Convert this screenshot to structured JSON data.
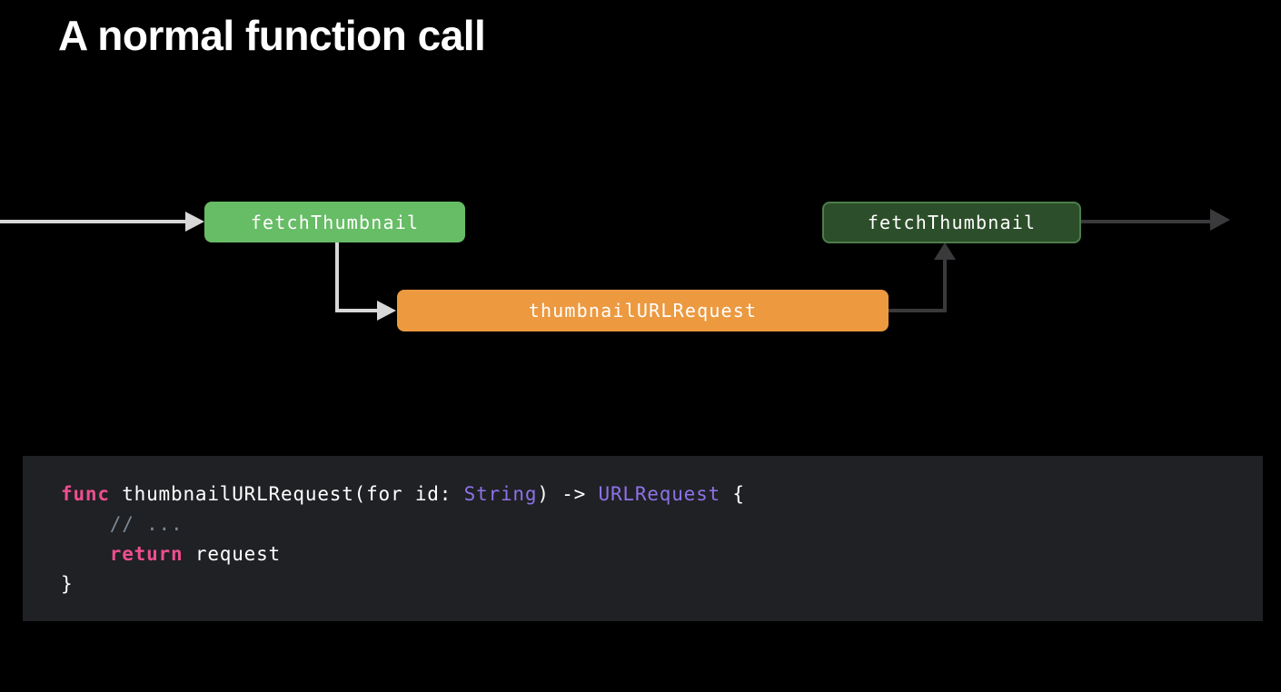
{
  "title": "A normal function call",
  "colors": {
    "background": "#000000",
    "box_green_light": "#67BC66",
    "box_orange": "#EC9940",
    "box_green_dark_fill": "#2C4E2A",
    "box_green_dark_border": "#4C7E49",
    "arrow_light": "#D8D8D8",
    "arrow_dark": "#3A3A3C",
    "code_background": "#1F2124",
    "code_keyword": "#ED4E8F",
    "code_type": "#8E72E8",
    "code_comment": "#7B8894",
    "code_plain": "#FFFFFF"
  },
  "diagram": {
    "boxes": [
      {
        "id": "fetchthumbnail-call",
        "label": "fetchThumbnail",
        "style": "green-light"
      },
      {
        "id": "thumbnailurlrequest",
        "label": "thumbnailURLRequest",
        "style": "orange"
      },
      {
        "id": "fetchthumbnail-return",
        "label": "fetchThumbnail",
        "style": "green-dark"
      }
    ],
    "arrows": [
      {
        "id": "incoming-call-arrow",
        "from": "offscreen-left",
        "to": "fetchthumbnail-call",
        "color": "light"
      },
      {
        "id": "call-arrow",
        "from": "fetchthumbnail-call",
        "to": "thumbnailurlrequest",
        "color": "light"
      },
      {
        "id": "return-arrow",
        "from": "thumbnailurlrequest",
        "to": "fetchthumbnail-return",
        "color": "dark"
      },
      {
        "id": "outgoing-arrow",
        "from": "fetchthumbnail-return",
        "to": "offscreen-right",
        "color": "dark"
      }
    ]
  },
  "code": {
    "lines": [
      [
        {
          "t": "func",
          "c": "keyword"
        },
        {
          "t": " thumbnailURLRequest(for id: ",
          "c": "plain"
        },
        {
          "t": "String",
          "c": "type"
        },
        {
          "t": ") -> ",
          "c": "plain"
        },
        {
          "t": "URLRequest",
          "c": "type"
        },
        {
          "t": " {",
          "c": "plain"
        }
      ],
      [
        {
          "t": "    ",
          "c": "plain"
        },
        {
          "t": "// ...",
          "c": "comment"
        }
      ],
      [
        {
          "t": "    ",
          "c": "plain"
        },
        {
          "t": "return",
          "c": "keyword"
        },
        {
          "t": " request",
          "c": "plain"
        }
      ],
      [
        {
          "t": "}",
          "c": "plain"
        }
      ]
    ]
  }
}
